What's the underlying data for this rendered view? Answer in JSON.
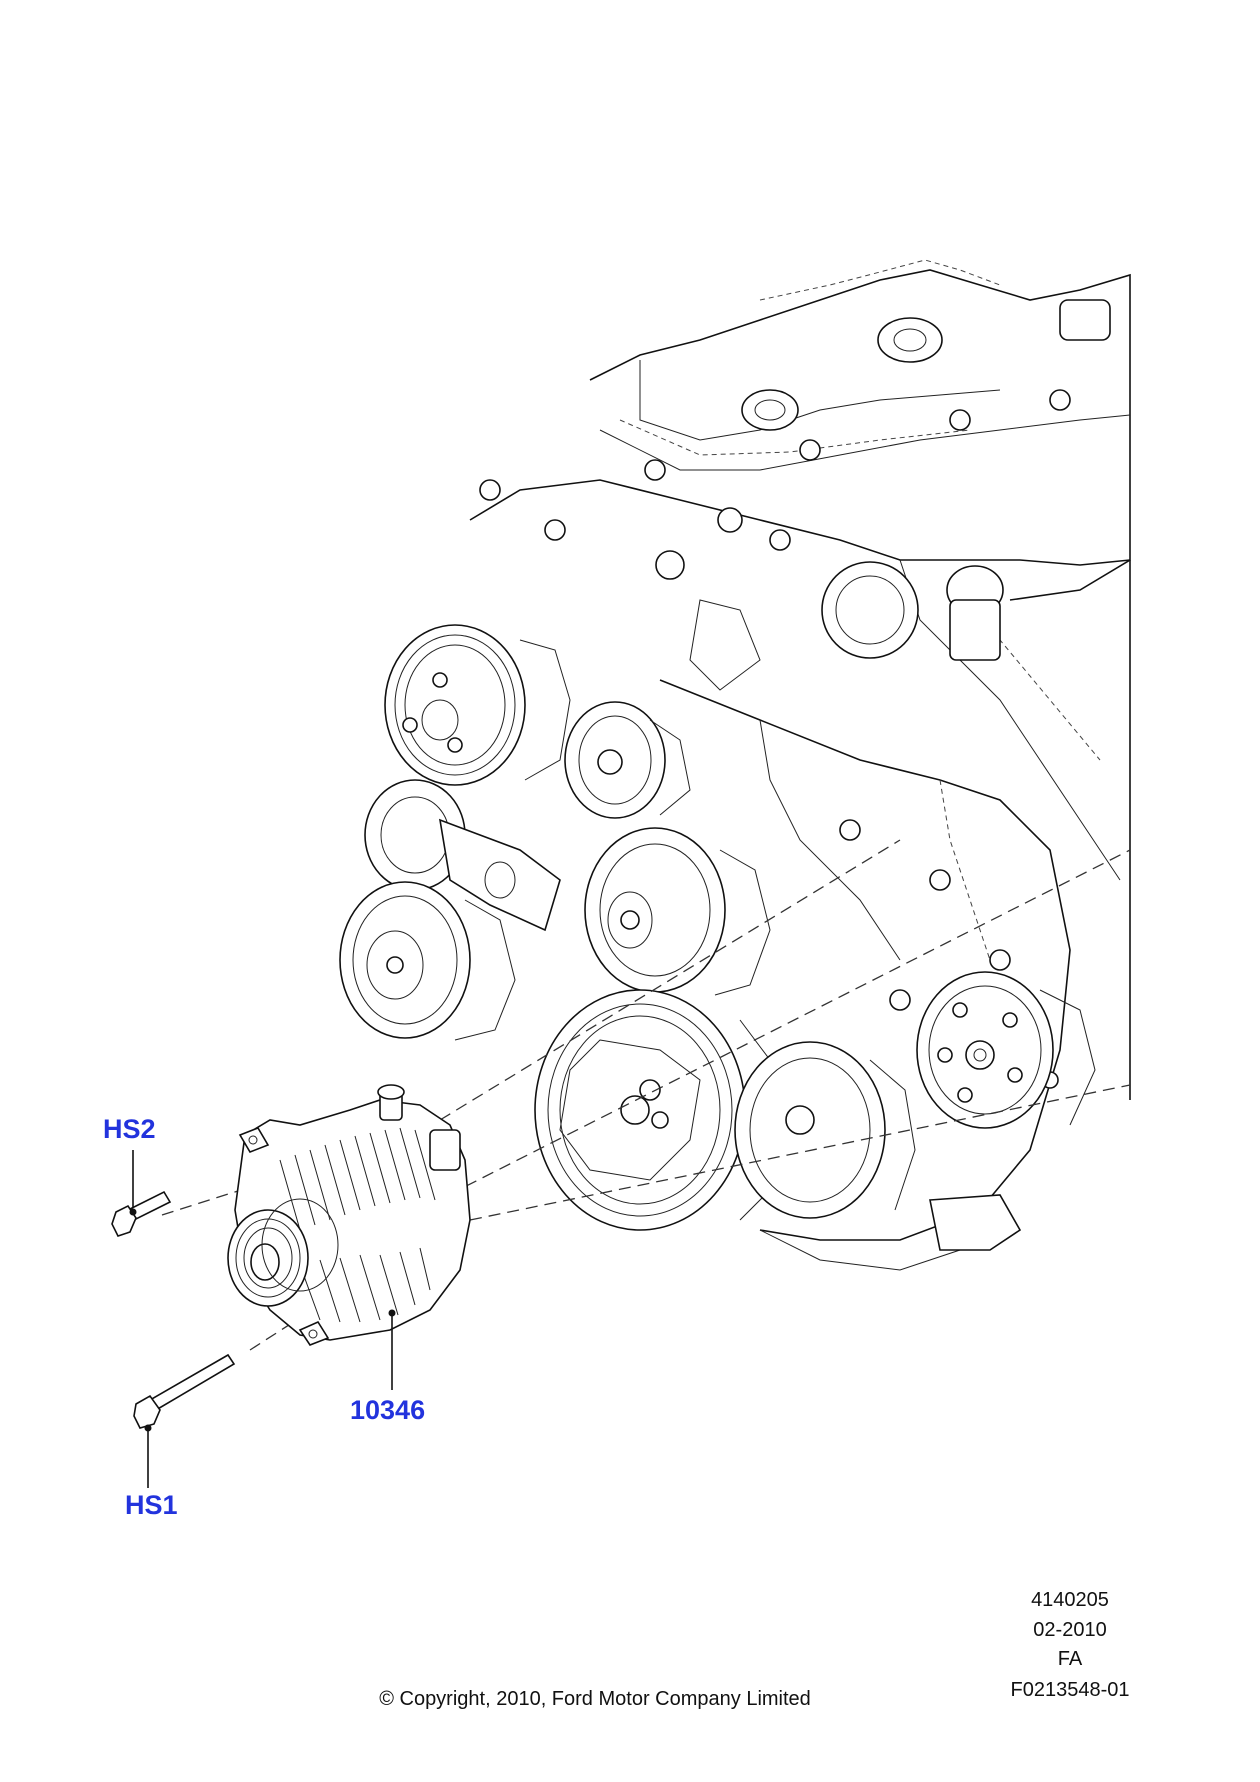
{
  "callouts": {
    "hs2": "HS2",
    "hs1": "HS1",
    "alternator": "10346"
  },
  "footer": {
    "copyright": "© Copyright, 2010, Ford Motor Company Limited",
    "illustration_number": "4140205",
    "date": "02-2010",
    "revision": "FA",
    "figure_id": "F0213548-01"
  },
  "colors": {
    "callout": "#2233dd",
    "linework": "#111111"
  }
}
